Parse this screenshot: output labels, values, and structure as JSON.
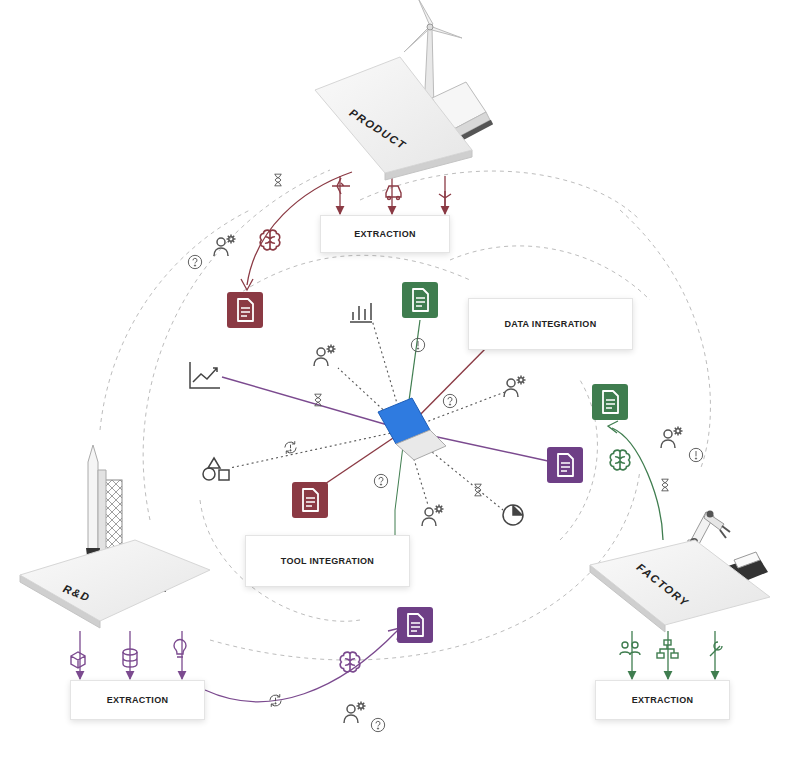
{
  "diagram": {
    "nodes": [
      {
        "text": [
          "PRODUCT"
        ]
      },
      {
        "text": [
          "EXTRACTION"
        ]
      },
      {
        "text": [
          "DATA INTEGRATION"
        ]
      },
      {
        "text": [
          "TOOL INTEGRATION"
        ]
      },
      {
        "text": [
          "R&D"
        ]
      },
      {
        "text": [
          "EXTRACTION"
        ]
      },
      {
        "text": [
          "FACTORY"
        ]
      },
      {
        "text": [
          "EXTRACTION"
        ]
      }
    ],
    "edges": [
      {
        "from": 0,
        "to": 1,
        "arrow": "to"
      },
      {
        "from": 0,
        "to": 1,
        "arrow": "to"
      },
      {
        "from": 0,
        "to": 1,
        "arrow": "to"
      },
      {
        "from": 4,
        "to": 5,
        "arrow": "to"
      },
      {
        "from": 4,
        "to": 5,
        "arrow": "to"
      },
      {
        "from": 4,
        "to": 5,
        "arrow": "to"
      },
      {
        "from": 6,
        "to": 7,
        "arrow": "to"
      },
      {
        "from": 6,
        "to": 7,
        "arrow": "to"
      },
      {
        "from": 6,
        "to": 7,
        "arrow": "to"
      }
    ]
  }
}
